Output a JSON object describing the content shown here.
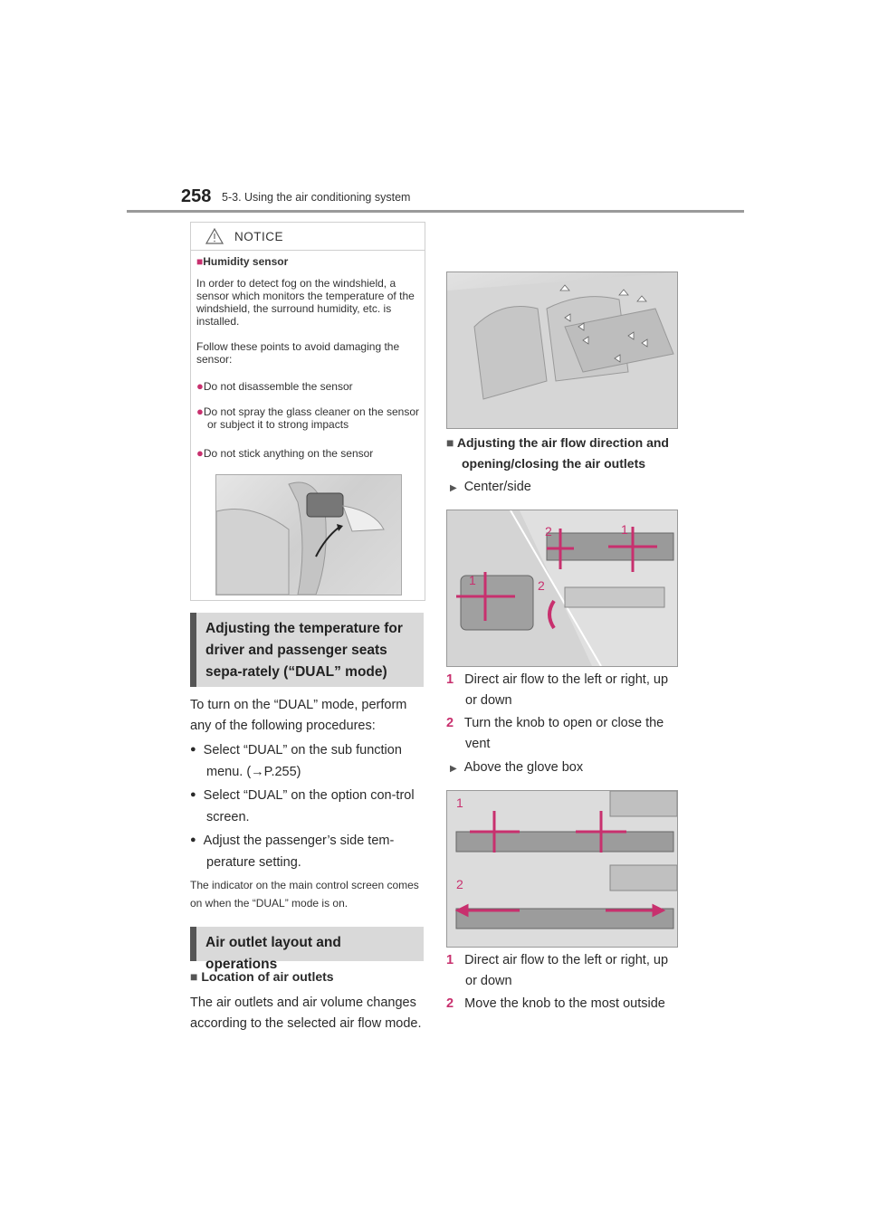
{
  "header": {
    "page_number": "258",
    "section": "5-3. Using the air conditioning system"
  },
  "notice": {
    "title": "NOTICE",
    "heading": "Humidity sensor",
    "para1": "In order to detect fog on the windshield, a sensor which monitors the temperature of the windshield, the surround humidity, etc. is installed.",
    "para2": "Follow these points to avoid damaging the sensor:",
    "bullets": [
      "Do not disassemble the sensor",
      "Do not spray the glass cleaner on the sensor or subject it to strong impacts",
      "Do not stick anything on the sensor"
    ]
  },
  "dual": {
    "heading": "Adjusting the temperature for driver and passenger seats sepa-rately (“DUAL” mode)",
    "intro": "To turn on the “DUAL” mode, perform any of the following procedures:",
    "bullet1": "Select “DUAL” on the sub function menu. (→P.255)",
    "bullet2": "Select “DUAL” on the option con-trol screen.",
    "bullet3": "Adjust the passenger’s side tem-perature setting.",
    "note": "The indicator on the main control screen comes on when the “DUAL” mode is on."
  },
  "outlets": {
    "heading": "Air outlet layout and operations",
    "location_heading": "Location of air outlets",
    "location_text": "The air outlets and air volume changes according to the selected air flow mode.",
    "adjust_heading": "Adjusting the air flow direction and opening/closing the air outlets",
    "center_side": "Center/side",
    "cs_step1": "Direct air flow to the left or right, up or down",
    "cs_step2": "Turn the knob to open or close the vent",
    "glove": "Above the glove box",
    "gb_step1": "Direct air flow to the left or right, up or down",
    "gb_step2": "Move the knob to the most outside",
    "label_1": "1",
    "label_2": "2"
  },
  "colors": {
    "accent": "#c8306e",
    "heading_bg": "#d9d9d9"
  }
}
